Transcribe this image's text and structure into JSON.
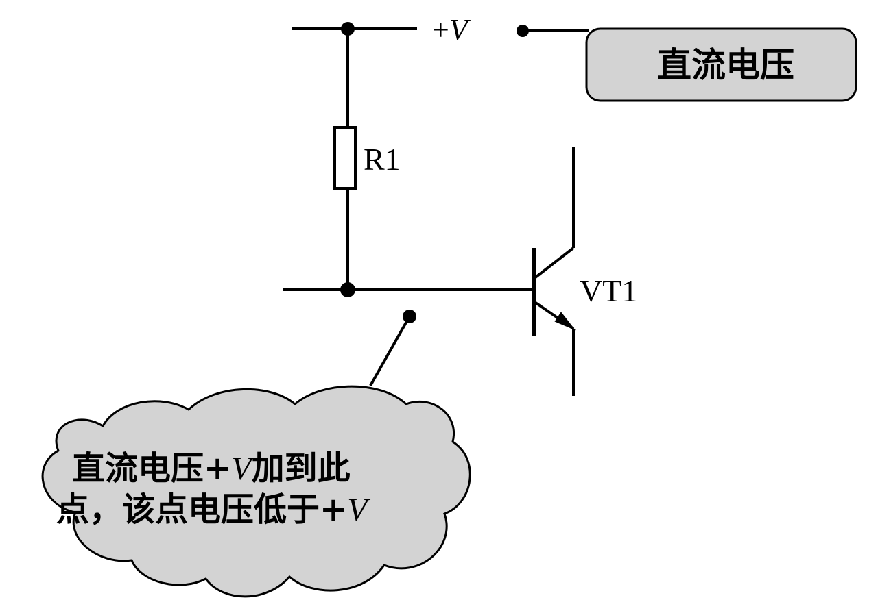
{
  "supply": {
    "sign": "+",
    "symbol": "V"
  },
  "label_box": {
    "text": "直流电压"
  },
  "resistor": {
    "label": "R1"
  },
  "transistor": {
    "label": "VT1"
  },
  "callout": {
    "line1_a": "直流电压+",
    "line1_v": "V",
    "line1_b": "加到此",
    "line2_a": "点，该点电压低于+",
    "line2_v": "V"
  },
  "colors": {
    "wire": "#000000",
    "fill": "#d3d3d3"
  }
}
